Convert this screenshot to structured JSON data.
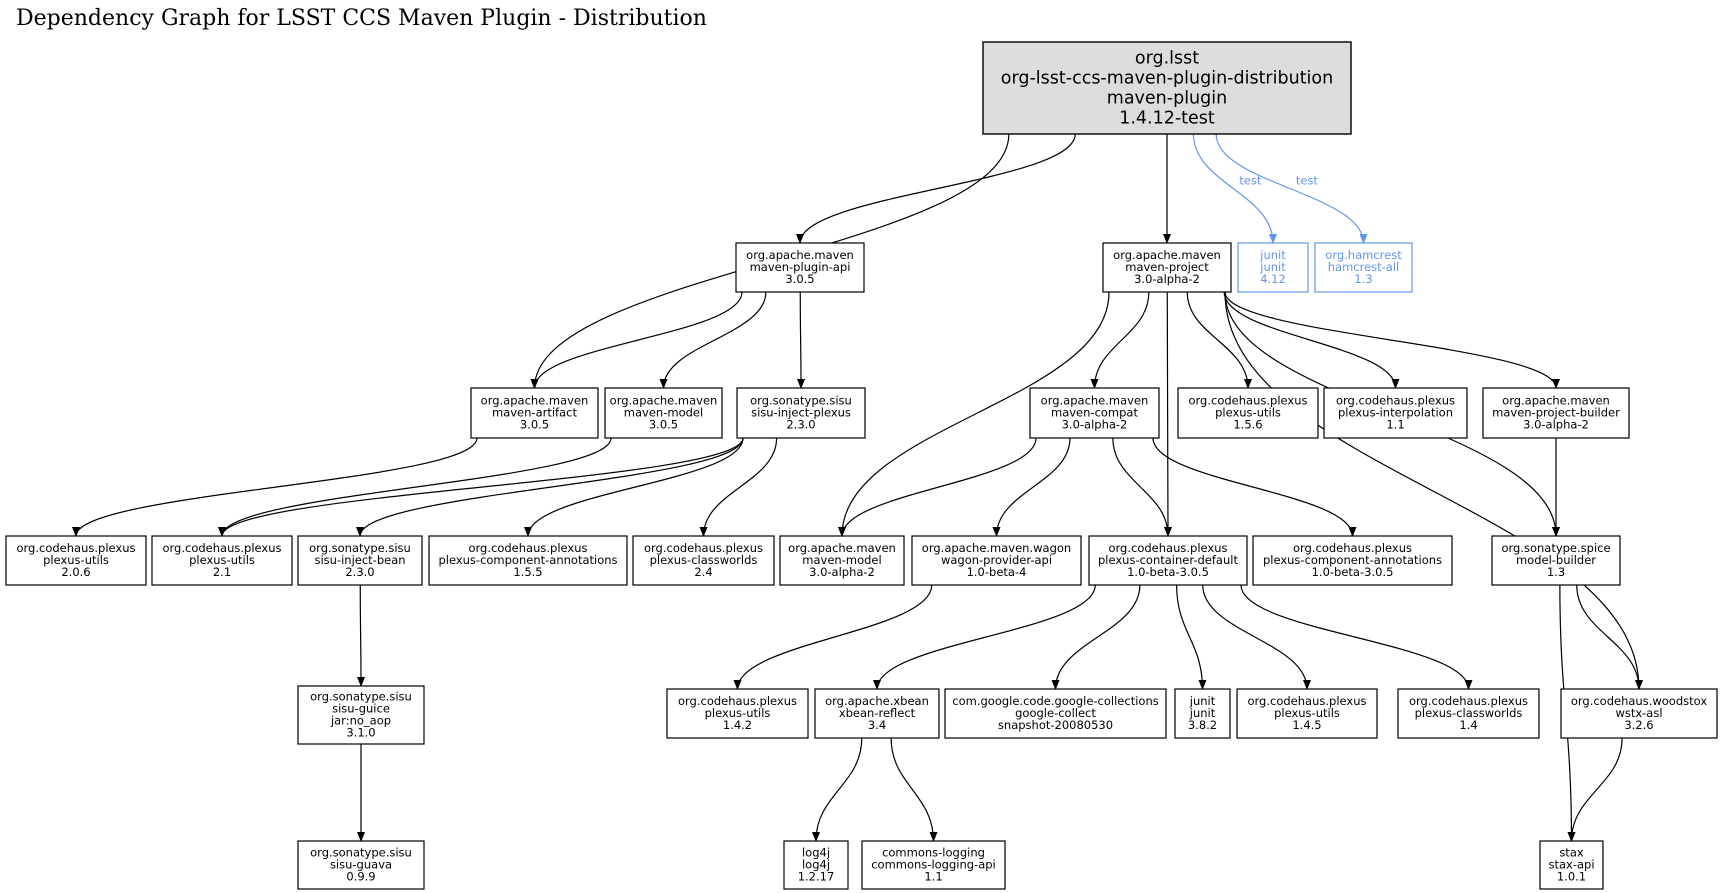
{
  "title": "Dependency Graph for LSST CCS Maven Plugin - Distribution",
  "colors": {
    "root_fill": "#dddddd",
    "border": "#000000",
    "test_scope": "#6495ed",
    "edge": "#000000"
  },
  "nodes": [
    {
      "id": "root",
      "lines": [
        "org.lsst",
        "org-lsst-ccs-maven-plugin-distribution",
        "maven-plugin",
        "1.4.12-test"
      ],
      "kind": "root"
    },
    {
      "id": "plugin-api",
      "lines": [
        "org.apache.maven",
        "maven-plugin-api",
        "3.0.5"
      ]
    },
    {
      "id": "project",
      "lines": [
        "org.apache.maven",
        "maven-project",
        "3.0-alpha-2"
      ]
    },
    {
      "id": "junit412",
      "lines": [
        "junit",
        "junit",
        "4.12"
      ],
      "kind": "test"
    },
    {
      "id": "hamcrest",
      "lines": [
        "org.hamcrest",
        "hamcrest-all",
        "1.3"
      ],
      "kind": "test"
    },
    {
      "id": "artifact",
      "lines": [
        "org.apache.maven",
        "maven-artifact",
        "3.0.5"
      ]
    },
    {
      "id": "model305",
      "lines": [
        "org.apache.maven",
        "maven-model",
        "3.0.5"
      ]
    },
    {
      "id": "sisu-inject-plexus",
      "lines": [
        "org.sonatype.sisu",
        "sisu-inject-plexus",
        "2.3.0"
      ]
    },
    {
      "id": "compat",
      "lines": [
        "org.apache.maven",
        "maven-compat",
        "3.0-alpha-2"
      ]
    },
    {
      "id": "utils156",
      "lines": [
        "org.codehaus.plexus",
        "plexus-utils",
        "1.5.6"
      ]
    },
    {
      "id": "interpolation",
      "lines": [
        "org.codehaus.plexus",
        "plexus-interpolation",
        "1.1"
      ]
    },
    {
      "id": "project-builder",
      "lines": [
        "org.apache.maven",
        "maven-project-builder",
        "3.0-alpha-2"
      ]
    },
    {
      "id": "utils206",
      "lines": [
        "org.codehaus.plexus",
        "plexus-utils",
        "2.0.6"
      ]
    },
    {
      "id": "utils21",
      "lines": [
        "org.codehaus.plexus",
        "plexus-utils",
        "2.1"
      ]
    },
    {
      "id": "inject-bean",
      "lines": [
        "org.sonatype.sisu",
        "sisu-inject-bean",
        "2.3.0"
      ]
    },
    {
      "id": "annotations155",
      "lines": [
        "org.codehaus.plexus",
        "plexus-component-annotations",
        "1.5.5"
      ]
    },
    {
      "id": "classworlds24",
      "lines": [
        "org.codehaus.plexus",
        "plexus-classworlds",
        "2.4"
      ]
    },
    {
      "id": "model-alpha",
      "lines": [
        "org.apache.maven",
        "maven-model",
        "3.0-alpha-2"
      ]
    },
    {
      "id": "wagon",
      "lines": [
        "org.apache.maven.wagon",
        "wagon-provider-api",
        "1.0-beta-4"
      ]
    },
    {
      "id": "container",
      "lines": [
        "org.codehaus.plexus",
        "plexus-container-default",
        "1.0-beta-3.0.5"
      ]
    },
    {
      "id": "annotations-beta",
      "lines": [
        "org.codehaus.plexus",
        "plexus-component-annotations",
        "1.0-beta-3.0.5"
      ]
    },
    {
      "id": "model-builder",
      "lines": [
        "org.sonatype.spice",
        "model-builder",
        "1.3"
      ]
    },
    {
      "id": "guice",
      "lines": [
        "org.sonatype.sisu",
        "sisu-guice",
        "jar:no_aop",
        "3.1.0"
      ]
    },
    {
      "id": "utils142",
      "lines": [
        "org.codehaus.plexus",
        "plexus-utils",
        "1.4.2"
      ]
    },
    {
      "id": "xbean",
      "lines": [
        "org.apache.xbean",
        "xbean-reflect",
        "3.4"
      ]
    },
    {
      "id": "google",
      "lines": [
        "com.google.code.google-collections",
        "google-collect",
        "snapshot-20080530"
      ]
    },
    {
      "id": "junit382",
      "lines": [
        "junit",
        "junit",
        "3.8.2"
      ]
    },
    {
      "id": "utils145",
      "lines": [
        "org.codehaus.plexus",
        "plexus-utils",
        "1.4.5"
      ]
    },
    {
      "id": "classworlds14",
      "lines": [
        "org.codehaus.plexus",
        "plexus-classworlds",
        "1.4"
      ]
    },
    {
      "id": "wstx",
      "lines": [
        "org.codehaus.woodstox",
        "wstx-asl",
        "3.2.6"
      ]
    },
    {
      "id": "guava",
      "lines": [
        "org.sonatype.sisu",
        "sisu-guava",
        "0.9.9"
      ]
    },
    {
      "id": "log4j",
      "lines": [
        "log4j",
        "log4j",
        "1.2.17"
      ]
    },
    {
      "id": "logging",
      "lines": [
        "commons-logging",
        "commons-logging-api",
        "1.1"
      ]
    },
    {
      "id": "stax",
      "lines": [
        "stax",
        "stax-api",
        "1.0.1"
      ]
    }
  ],
  "edges": [
    {
      "from": "root",
      "to": "artifact"
    },
    {
      "from": "root",
      "to": "plugin-api"
    },
    {
      "from": "root",
      "to": "project"
    },
    {
      "from": "root",
      "to": "junit412",
      "label": "test"
    },
    {
      "from": "root",
      "to": "hamcrest",
      "label": "test"
    },
    {
      "from": "plugin-api",
      "to": "artifact"
    },
    {
      "from": "plugin-api",
      "to": "model305"
    },
    {
      "from": "plugin-api",
      "to": "sisu-inject-plexus"
    },
    {
      "from": "artifact",
      "to": "utils206"
    },
    {
      "from": "model305",
      "to": "utils21"
    },
    {
      "from": "sisu-inject-plexus",
      "to": "inject-bean"
    },
    {
      "from": "sisu-inject-plexus",
      "to": "annotations155"
    },
    {
      "from": "sisu-inject-plexus",
      "to": "classworlds24"
    },
    {
      "from": "sisu-inject-plexus",
      "to": "utils21"
    },
    {
      "from": "inject-bean",
      "to": "guice"
    },
    {
      "from": "guice",
      "to": "guava"
    },
    {
      "from": "project",
      "to": "model-alpha"
    },
    {
      "from": "project",
      "to": "compat"
    },
    {
      "from": "project",
      "to": "container"
    },
    {
      "from": "project",
      "to": "utils156"
    },
    {
      "from": "project",
      "to": "interpolation"
    },
    {
      "from": "project",
      "to": "model-builder"
    },
    {
      "from": "project",
      "to": "project-builder"
    },
    {
      "from": "project",
      "to": "wstx"
    },
    {
      "from": "compat",
      "to": "model-alpha"
    },
    {
      "from": "compat",
      "to": "wagon"
    },
    {
      "from": "compat",
      "to": "container"
    },
    {
      "from": "compat",
      "to": "annotations-beta"
    },
    {
      "from": "project-builder",
      "to": "model-builder"
    },
    {
      "from": "wagon",
      "to": "utils142"
    },
    {
      "from": "container",
      "to": "xbean"
    },
    {
      "from": "container",
      "to": "google"
    },
    {
      "from": "container",
      "to": "junit382"
    },
    {
      "from": "container",
      "to": "utils145"
    },
    {
      "from": "container",
      "to": "classworlds14"
    },
    {
      "from": "xbean",
      "to": "log4j"
    },
    {
      "from": "xbean",
      "to": "logging"
    },
    {
      "from": "model-builder",
      "to": "wstx"
    },
    {
      "from": "model-builder",
      "to": "stax"
    },
    {
      "from": "wstx",
      "to": "stax"
    }
  ]
}
